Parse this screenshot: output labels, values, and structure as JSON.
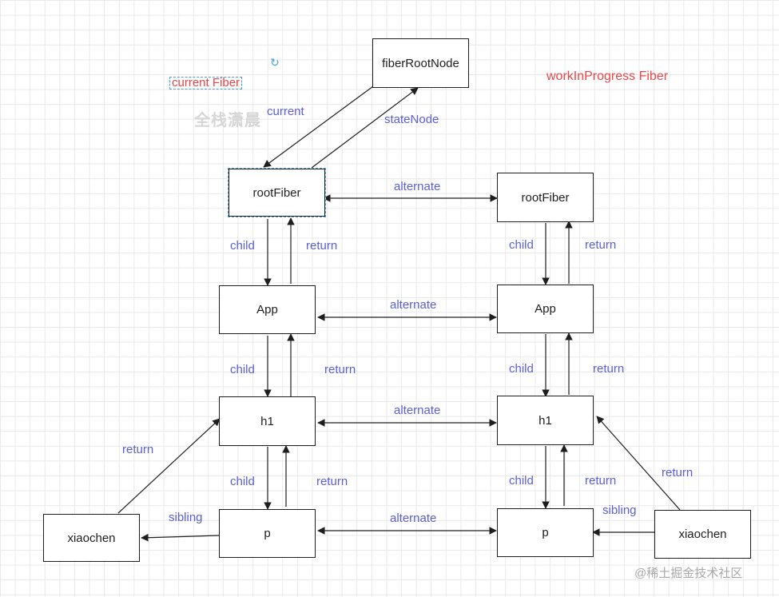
{
  "titles": {
    "current": "current Fiber",
    "work_in_progress": "workInProgress Fiber"
  },
  "watermark": "全栈潇晨",
  "nodes": {
    "fiber_root_node": "fiberRootNode",
    "root_fiber_left": "rootFiber",
    "root_fiber_right": "rootFiber",
    "app_left": "App",
    "app_right": "App",
    "h1_left": "h1",
    "h1_right": "h1",
    "p_left": "p",
    "p_right": "p",
    "xiaochen_left": "xiaochen",
    "xiaochen_right": "xiaochen"
  },
  "edges": {
    "current": "current",
    "state_node": "stateNode",
    "alternate": "alternate",
    "child": "child",
    "return": "return",
    "sibling": "sibling"
  },
  "footer": "@稀土掘金技术社区",
  "colors": {
    "edge_label": "#5b5fd6",
    "title": "#e8474a",
    "stroke": "#1e1e1e",
    "selection": "#4aa3d8"
  }
}
